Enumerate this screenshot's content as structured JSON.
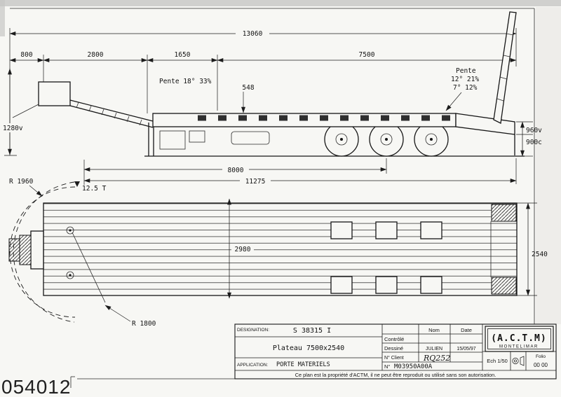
{
  "scan": {
    "number": "054012"
  },
  "colors": {
    "ink": "#1c1c1c",
    "paper": "#f7f7f4"
  },
  "side_view": {
    "dim_total": "13060",
    "dim_800": "800",
    "dim_2800": "2800",
    "dim_1650": "1650",
    "dim_7500": "7500",
    "slope_front": "Pente 18°  33%",
    "dim_548": "548",
    "pente_label": "Pente",
    "pente_val1": "12°  21%",
    "pente_val2": "7°  12%",
    "dim_1280": "1280v",
    "dim_960": "960v",
    "dim_900": "900c",
    "dim_8000": "8000",
    "dim_11275": "11275",
    "load": "12.5 T"
  },
  "plan_view": {
    "r_outer": "R 1960",
    "r_inner": "R 1800",
    "dim_2980": "2980",
    "dim_2540": "2540"
  },
  "title_block": {
    "designation_label": "DESIGNATION:",
    "designation": "S 38315 I",
    "product": "Plateau 7500x2540",
    "application_label": "APPLICATION:",
    "application": "PORTE MATERIELS",
    "col_nom": "Nom",
    "col_date": "Date",
    "row_controle": "Contrôlé",
    "row_dessine": "Dessiné",
    "dessine_nom": "JULIEN",
    "dessine_date": "15/05/97",
    "client_label": "N° Client",
    "client_value": "RQ252",
    "doc_label": "N°",
    "doc_number": "M03950A00A",
    "ech": "Ech  1/50",
    "folio_label": "Folio",
    "folio_value": "00  00",
    "logo_name": "(A.C.T.M)",
    "logo_city": "MONTELIMAR",
    "notice": "Ce plan est la propriété d'ACTM, il ne peut être reproduit ou utilisé sans son autorisation."
  }
}
